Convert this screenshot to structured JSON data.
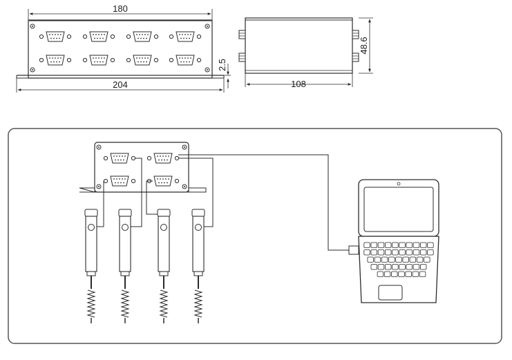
{
  "dimensions": {
    "front_width_inner": "180",
    "front_width_outer": "204",
    "flange_thickness": "2.5",
    "side_depth": "108",
    "side_height": "48.6"
  },
  "colors": {
    "line": "#2a2a2a",
    "background": "#ffffff",
    "panel_border": "#555555"
  },
  "components": {
    "front_view_connectors": 8,
    "hub_connectors": 4,
    "probes": 4
  }
}
